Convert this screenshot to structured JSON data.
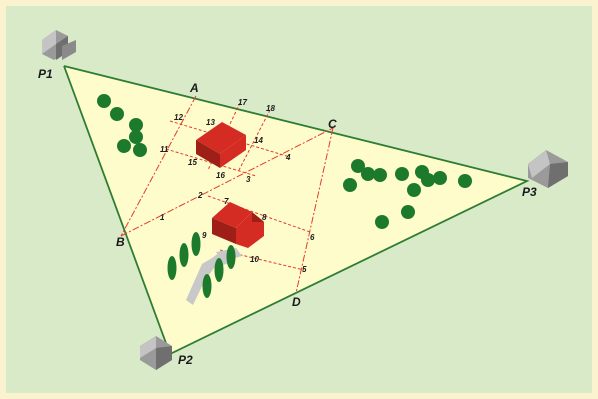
{
  "colors": {
    "page_border": "#fbf3cf",
    "field": "#d9eac9",
    "triangle_fill": "#fffccc",
    "triangle_edge": "#2e7d32",
    "construction_line": "#e23b2e",
    "building_red": "#d42c22",
    "building_dark": "#9e1f18",
    "house_gray": "#9a9a9a",
    "tree_green": "#1d7a2c",
    "road_gray": "#c8c8c8"
  },
  "vertices": {
    "p1": "P1",
    "p2": "P2",
    "p3": "P3"
  },
  "points": {
    "a": "A",
    "b": "B",
    "c": "C",
    "d": "D"
  },
  "numbers": {
    "n1": "1",
    "n2": "2",
    "n3": "3",
    "n4": "4",
    "n5": "5",
    "n6": "6",
    "n7": "7",
    "n8": "8",
    "n9": "9",
    "n10": "10",
    "n11": "11",
    "n12": "12",
    "n13": "13",
    "n14": "14",
    "n15": "15",
    "n16": "16",
    "n17": "17",
    "n18": "18"
  },
  "icons": {
    "house": "house-icon",
    "tree": "tree-icon",
    "building": "building-icon"
  }
}
